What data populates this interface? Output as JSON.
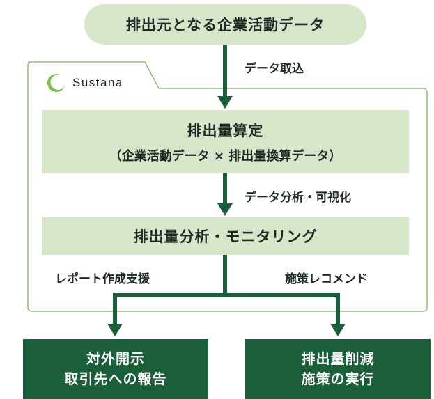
{
  "source": {
    "label": "排出元となる企業活動データ"
  },
  "edges": {
    "import_label": "データ取込",
    "analysis_label": "データ分析・可視化",
    "report_label": "レポート作成支援",
    "recommend_label": "施策レコメンド"
  },
  "platform": {
    "name": "Sustana"
  },
  "calc": {
    "title": "排出量算定",
    "subtitle": "（企業活動データ × 排出量換算データ）"
  },
  "analysis": {
    "title": "排出量分析・モニタリング"
  },
  "outputs": {
    "left": {
      "line1": "対外開示",
      "line2": "取引先への報告"
    },
    "right": {
      "line1": "排出量削減",
      "line2": "施策の実行"
    }
  },
  "colors": {
    "light_green": "#d6e6c8",
    "dark_green": "#1b5e3a",
    "frame_green": "#8fbf7a"
  },
  "icons": {
    "logo": "crescent-ring-icon"
  }
}
